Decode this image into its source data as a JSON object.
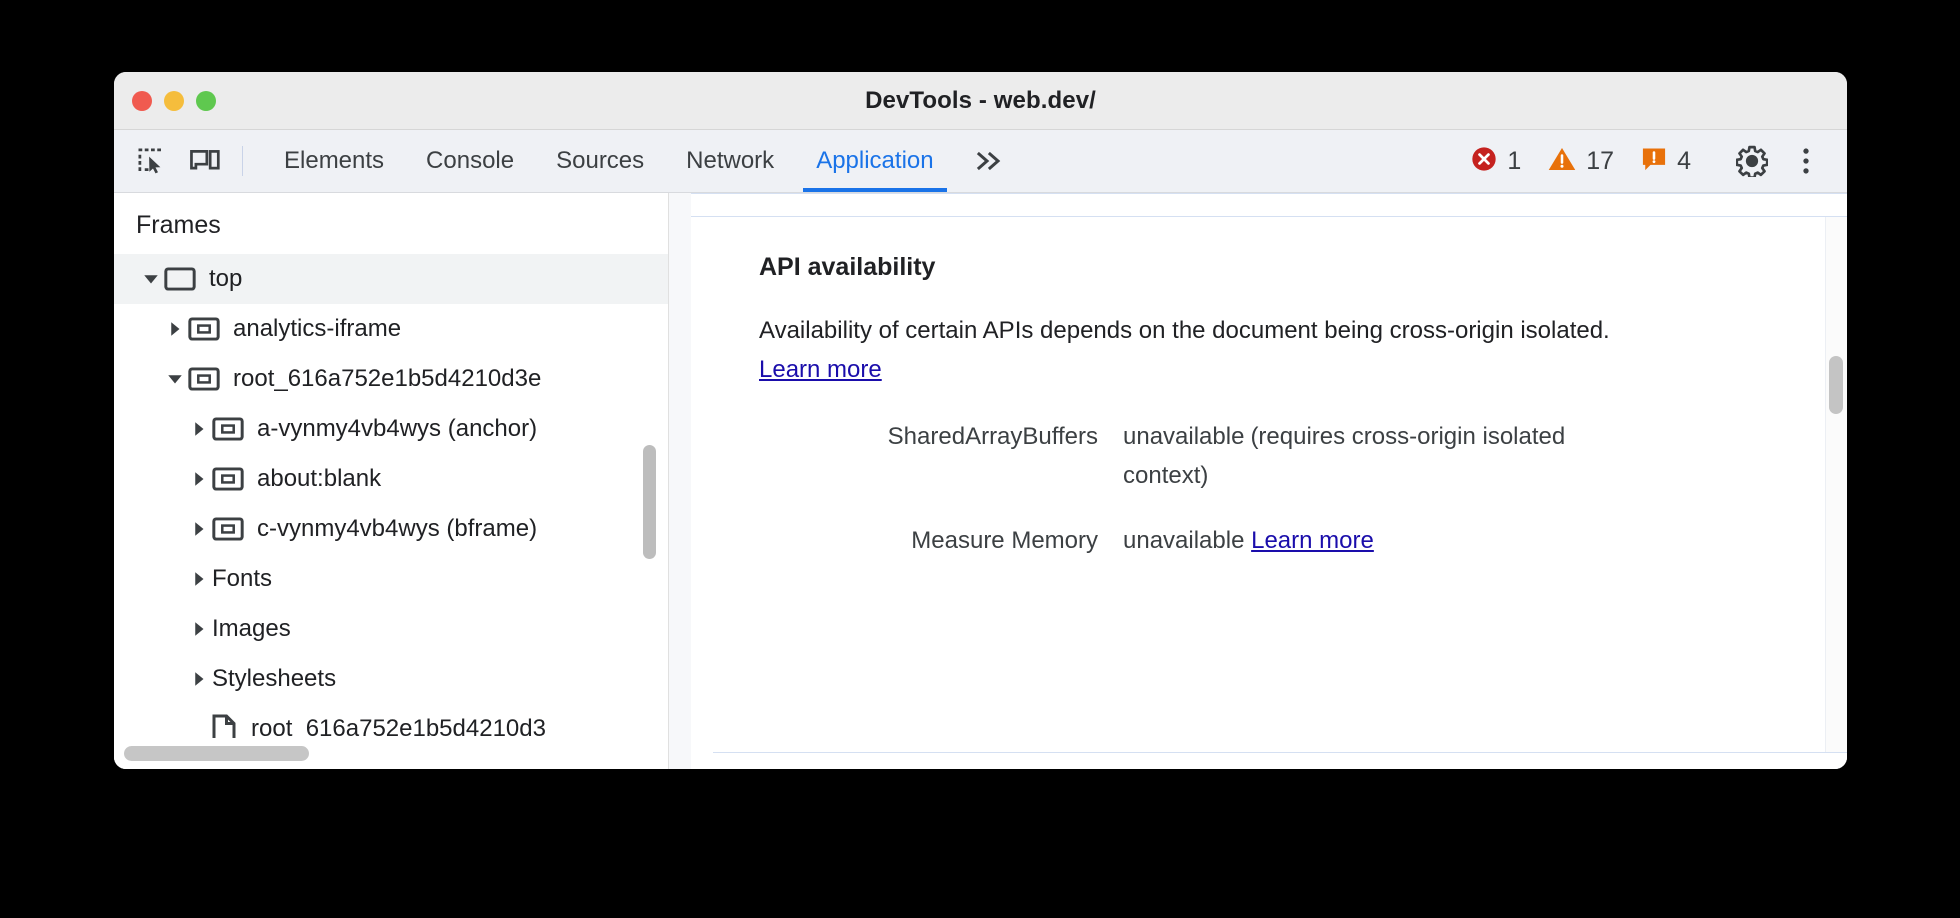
{
  "window": {
    "title": "DevTools - web.dev/",
    "traffic_lights": [
      {
        "name": "close",
        "color": "#f05a4f"
      },
      {
        "name": "minimize",
        "color": "#f5bd3c"
      },
      {
        "name": "maximize",
        "color": "#5fc84f"
      }
    ]
  },
  "toolbar": {
    "inspect_icon": "inspect-element-icon",
    "device_icon": "device-toolbar-icon",
    "overflow_label": "»",
    "tabs": [
      {
        "label": "Elements",
        "active": false
      },
      {
        "label": "Console",
        "active": false
      },
      {
        "label": "Sources",
        "active": false
      },
      {
        "label": "Network",
        "active": false
      },
      {
        "label": "Application",
        "active": true
      }
    ],
    "counters": [
      {
        "name": "errors",
        "icon": "error-icon",
        "count": "1",
        "color": "#c5221f"
      },
      {
        "name": "warnings",
        "icon": "warning-icon",
        "count": "17",
        "color": "#e8710a"
      },
      {
        "name": "issues",
        "icon": "issue-icon",
        "count": "4",
        "color": "#e8710a"
      }
    ],
    "settings_icon": "gear-icon",
    "more_icon": "kebab-menu-icon"
  },
  "sidebar": {
    "header": "Frames",
    "tree": [
      {
        "label": "top",
        "depth": 0,
        "twisty": "expanded",
        "icon": "frame-top-icon",
        "selected": true
      },
      {
        "label": "analytics-iframe",
        "depth": 1,
        "twisty": "collapsed",
        "icon": "iframe-icon",
        "selected": false
      },
      {
        "label": "root_616a752e1b5d4210d3e",
        "depth": 1,
        "twisty": "expanded",
        "icon": "iframe-icon",
        "selected": false
      },
      {
        "label": "a-vynmy4vb4wys (anchor)",
        "depth": 2,
        "twisty": "collapsed",
        "icon": "iframe-icon",
        "selected": false
      },
      {
        "label": "about:blank",
        "depth": 2,
        "twisty": "collapsed",
        "icon": "iframe-icon",
        "selected": false
      },
      {
        "label": "c-vynmy4vb4wys (bframe)",
        "depth": 2,
        "twisty": "collapsed",
        "icon": "iframe-icon",
        "selected": false
      },
      {
        "label": "Fonts",
        "depth": 1,
        "twisty": "collapsed",
        "icon": "none",
        "selected": false
      },
      {
        "label": "Images",
        "depth": 1,
        "twisty": "collapsed",
        "icon": "none",
        "selected": false
      },
      {
        "label": "Stylesheets",
        "depth": 1,
        "twisty": "collapsed",
        "icon": "none",
        "selected": false
      },
      {
        "label": "root_616a752e1b5d4210d3",
        "depth": 2,
        "twisty": "none",
        "icon": "document-icon",
        "selected": false
      }
    ]
  },
  "main": {
    "section_title": "API availability",
    "description_part1": "Availability of certain APIs depends on the document being cross-origin isolated. ",
    "description_link": "Learn more",
    "rows": [
      {
        "key": "SharedArrayBuffers",
        "value": "unavailable",
        "note": "(requires cross-origin isolated context)",
        "link": ""
      },
      {
        "key": "Measure Memory",
        "value": "unavailable",
        "note": "",
        "link": "Learn more"
      }
    ]
  },
  "colors": {
    "accent": "#1a73e8",
    "link": "#1a0dab",
    "error": "#c5221f",
    "warning": "#e8710a",
    "titlebar": "#ececec",
    "toolbar": "#eff1f5"
  }
}
